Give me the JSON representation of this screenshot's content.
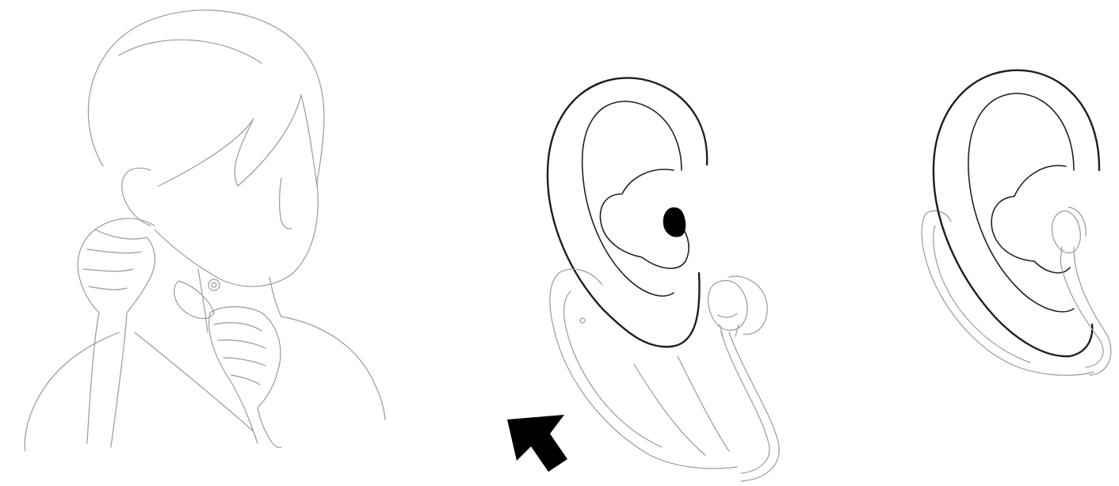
{
  "figure": {
    "panels": [
      {
        "id": "step-1",
        "depicts": "person-fitting-earpiece"
      },
      {
        "id": "step-2",
        "depicts": "ear-with-earpiece-below"
      },
      {
        "id": "step-3",
        "depicts": "ear-with-earpiece-worn"
      }
    ],
    "arrow": {
      "direction": "up-left"
    },
    "colors": {
      "background": "#ffffff",
      "line_light": "#9a9a9a",
      "line_dark": "#1e1e1e",
      "fill": "#000000"
    }
  }
}
